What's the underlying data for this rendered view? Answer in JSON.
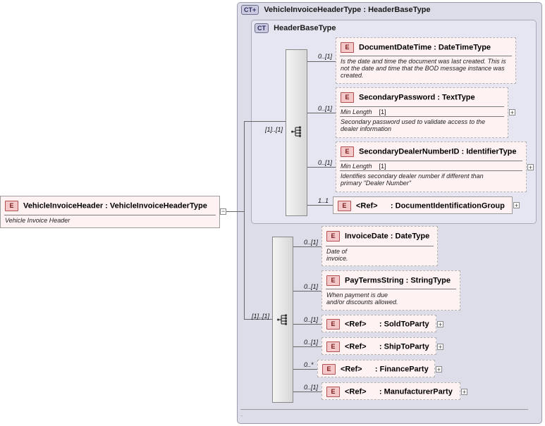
{
  "outer_type": {
    "icon": "CT+",
    "label": "VehicleInvoiceHeaderType : HeaderBaseType"
  },
  "inner_type": {
    "icon": "CT",
    "label": "HeaderBaseType"
  },
  "root": {
    "icon": "E",
    "label": "VehicleInvoiceHeader : VehicleInvoiceHeaderType",
    "doc": "Vehicle Invoice Header"
  },
  "base_sequence": {
    "multiplicity": "[1]..[1]"
  },
  "ext_sequence": {
    "multiplicity": "[1]..[1]"
  },
  "base_elements": [
    {
      "icon": "E",
      "label": "DocumentDateTime : DateTimeType",
      "multiplicity": "0..[1]",
      "doc": "Is the date and time the document was last created. This is not the date and time that the BOD message instance was created."
    },
    {
      "icon": "E",
      "label": "SecondaryPassword : TextType",
      "multiplicity": "0..[1]",
      "facet_name": "Min Length",
      "facet_value": "[1]",
      "doc": "Secondary password used to validate access to the dealer information"
    },
    {
      "icon": "E",
      "label": "SecondaryDealerNumberID : IdentifierType",
      "multiplicity": "0..[1]",
      "facet_name": "Min Length",
      "facet_value": "[1]",
      "doc": "Identifies secondary dealer number if different than primary \"Dealer Number\""
    },
    {
      "icon": "E",
      "label": "<Ref>      : DocumentIdentificationGroup",
      "multiplicity": "1..1"
    }
  ],
  "ext_elements": [
    {
      "icon": "E",
      "label": "InvoiceDate : DateType",
      "multiplicity": "0..[1]",
      "doc": "Date of invoice."
    },
    {
      "icon": "E",
      "label": "PayTermsString : StringType",
      "multiplicity": "0..[1]",
      "doc": "When payment is due and/or discounts allowed."
    },
    {
      "icon": "E",
      "label": "<Ref>      : SoldToParty",
      "multiplicity": "0..[1]"
    },
    {
      "icon": "E",
      "label": "<Ref>      : ShipToParty",
      "multiplicity": "0..[1]"
    },
    {
      "icon": "E",
      "label": "<Ref>      : FinanceParty",
      "multiplicity": "0..*"
    },
    {
      "icon": "E",
      "label": "<Ref>      : ManufacturerParty",
      "multiplicity": "0..[1]"
    }
  ],
  "footer_dot": "."
}
